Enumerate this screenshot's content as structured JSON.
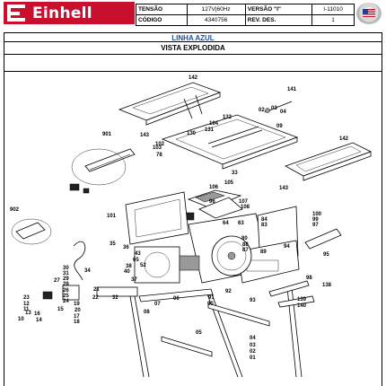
{
  "header": {
    "brand": "Einhell",
    "info_rows": [
      {
        "label": "TENSÃO",
        "value": "127V|60Hz",
        "label2": "VERSÃO \"I\"",
        "value2": "I-11010"
      },
      {
        "label": "CÓDIGO",
        "value": "4340756",
        "label2": "REV. DES.",
        "value2": "1"
      }
    ]
  },
  "line_title": "LINHA AZUL",
  "view_title": "VISTA EXPLODIDA",
  "diagram": {
    "callouts": [
      "142",
      "141",
      "03",
      "04",
      "02",
      "132",
      "104",
      "09",
      "130",
      "131",
      "901",
      "143",
      "103",
      "78",
      "102",
      "142",
      "33",
      "106",
      "105",
      "107",
      "108",
      "143",
      "902",
      "101",
      "96",
      "64",
      "63",
      "84",
      "83",
      "100",
      "99",
      "97",
      "35",
      "36",
      "43",
      "65",
      "52",
      "80",
      "88",
      "87",
      "89",
      "95",
      "94",
      "34",
      "30",
      "31",
      "29",
      "28",
      "27",
      "26",
      "25",
      "24",
      "23",
      "12",
      "21",
      "19",
      "20",
      "13",
      "11",
      "10",
      "16",
      "15",
      "14",
      "17",
      "18",
      "22",
      "32",
      "37",
      "38",
      "40",
      "08",
      "07",
      "06",
      "91",
      "90",
      "92",
      "93",
      "98",
      "138",
      "139",
      "140",
      "05",
      "04",
      "03",
      "02",
      "01"
    ]
  }
}
